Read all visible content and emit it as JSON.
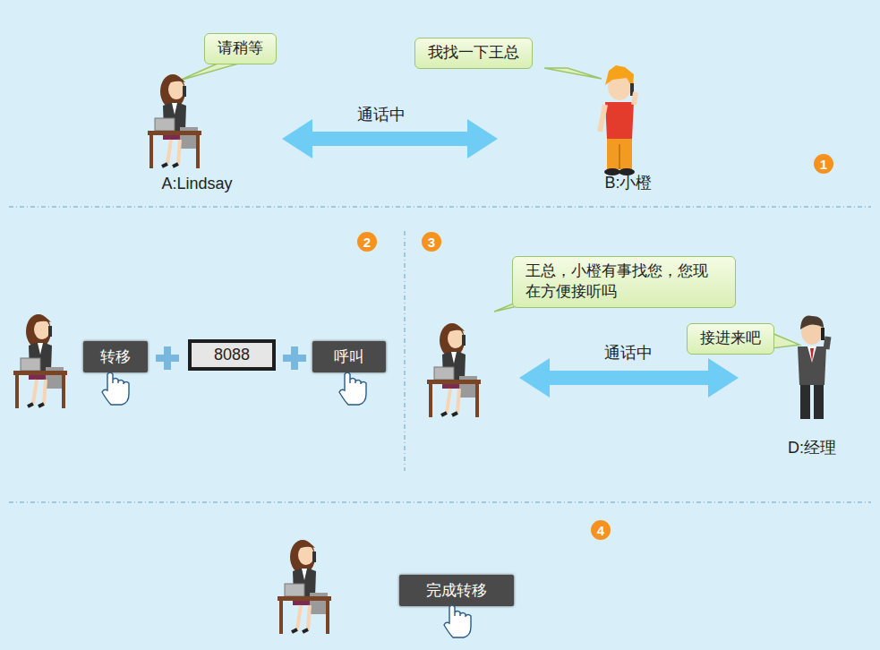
{
  "diagram": {
    "nodes": [
      {
        "text": [
          "请稍等"
        ]
      },
      {
        "text": [
          "我找一下王总"
        ]
      },
      {
        "text": [
          "转移"
        ]
      },
      {
        "text": [
          "8088"
        ]
      },
      {
        "text": [
          "呼叫"
        ]
      },
      {
        "text": [
          "王总，小橙有事找您，您现在方便接听吗"
        ]
      },
      {
        "text": [
          "接进来吧"
        ]
      },
      {
        "text": [
          "完成转移"
        ]
      }
    ],
    "labels": [
      "A:Lindsay",
      "通话中",
      "B:小橙",
      "1",
      "2",
      "3",
      "通话中",
      "D:经理",
      "4"
    ]
  }
}
